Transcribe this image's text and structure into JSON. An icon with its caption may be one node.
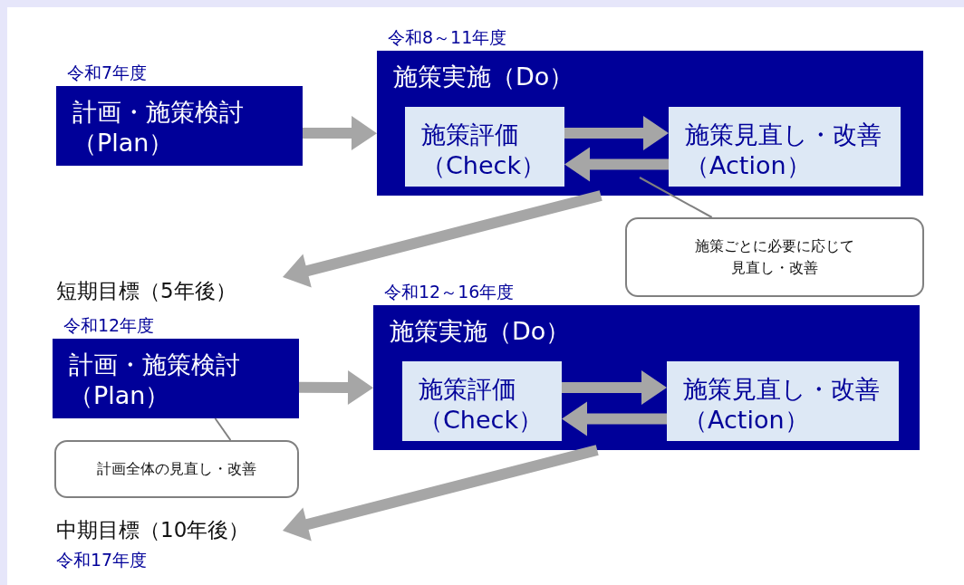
{
  "diagram": {
    "nodes": [
      {
        "text": [
          "計画・施策検討（Plan）"
        ],
        "beside": [
          "令和7年度"
        ]
      },
      {
        "text": [
          "施策実施（Do）"
        ],
        "beside": [
          "令和8～11年度"
        ]
      },
      {
        "text": [
          "施策評価（Check）"
        ],
        "in": 1
      },
      {
        "text": [
          "施策見直し・改善（Action）"
        ],
        "in": 1
      },
      {
        "text": [
          "施策ごとに必要に応じて見直し・改善"
        ]
      },
      {
        "text": [
          "短期目標（5年後）"
        ]
      },
      {
        "text": [
          "計画・施策検討（Plan）"
        ],
        "beside": [
          "令和12年度"
        ]
      },
      {
        "text": [
          "施策実施（Do）"
        ],
        "beside": [
          "令和12～16年度"
        ]
      },
      {
        "text": [
          "施策評価（Check）"
        ],
        "in": 7
      },
      {
        "text": [
          "施策見直し・改善（Action）"
        ],
        "in": 7
      },
      {
        "text": [
          "計画全体の見直し・改善"
        ]
      },
      {
        "text": [
          "中期目標（10年後）"
        ],
        "beside": [
          "令和17年度"
        ]
      }
    ],
    "edges": [
      {
        "from": 0,
        "to": 1,
        "arrow": "to"
      },
      {
        "from": 2,
        "to": 3,
        "arrow": "to"
      },
      {
        "from": 3,
        "to": 2,
        "arrow": "to"
      },
      {
        "from": 4,
        "to": null,
        "arrow": "none"
      },
      {
        "from": 1,
        "to": 5,
        "arrow": "to"
      },
      {
        "from": 6,
        "to": 7,
        "arrow": "to"
      },
      {
        "from": 8,
        "to": 9,
        "arrow": "to"
      },
      {
        "from": 9,
        "to": 8,
        "arrow": "to"
      },
      {
        "from": 10,
        "to": 6,
        "arrow": "none"
      },
      {
        "from": 7,
        "to": 11,
        "arrow": "to"
      }
    ]
  }
}
